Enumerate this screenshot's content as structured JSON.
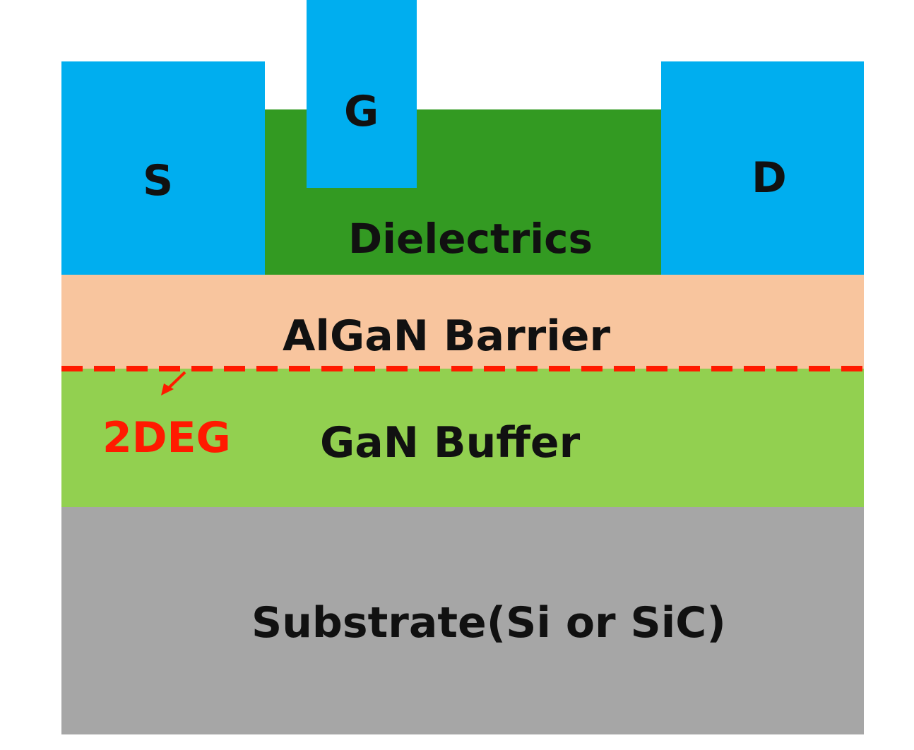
{
  "labels": {
    "source": "S",
    "gate": "G",
    "drain": "D",
    "dielectric": "Dielectrics",
    "barrier": "AlGaN Barrier",
    "buffer": "GaN Buffer",
    "substrate": "Substrate(Si or SiC)",
    "channel": "2DEG"
  },
  "colors": {
    "electrode": "#00aeef",
    "dielectric": "#339a22",
    "barrier": "#f8c59e",
    "buffer": "#92d050",
    "substrate": "#a6a6a6",
    "channel": "#ff1a00",
    "text": "#111111"
  }
}
